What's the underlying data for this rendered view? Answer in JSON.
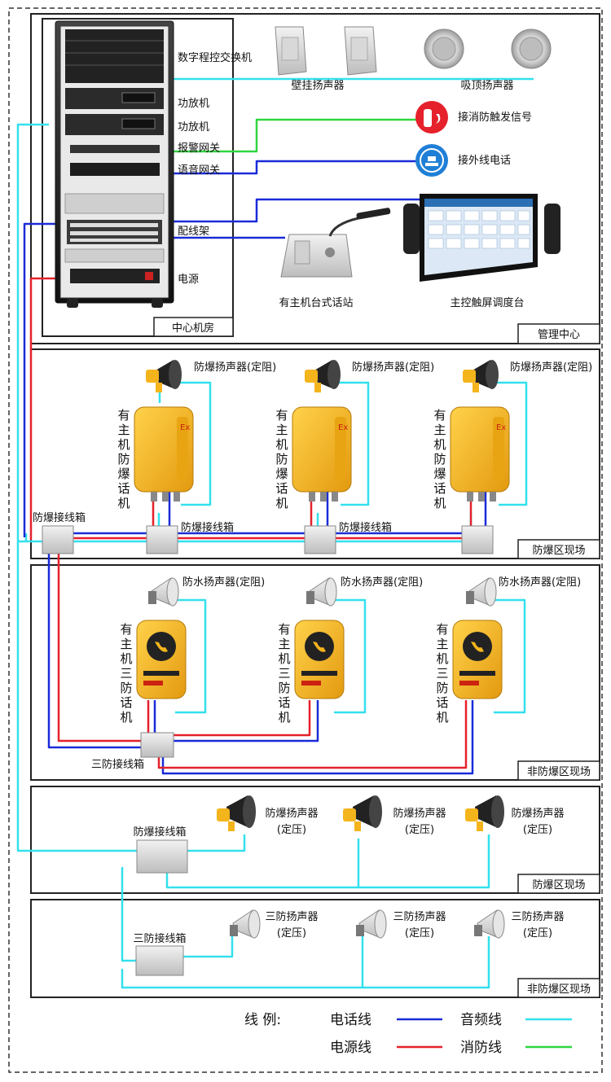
{
  "colors": {
    "phone": "#1a2bd8",
    "power": "#e5212b",
    "audio": "#33e0ee",
    "fire": "#2fd640",
    "yellow": "#f4b41c",
    "zone_border": "#222222"
  },
  "zones": {
    "server_room": "中心机房",
    "management": "管理中心",
    "explosion_1": "防爆区现场",
    "non_explosion_1": "非防爆区现场",
    "explosion_2": "防爆区现场",
    "non_explosion_2": "非防爆区现场"
  },
  "rack": {
    "switch": "数字程控交换机",
    "amp1": "功放机",
    "amp2": "功放机",
    "alarm_gateway": "报警网关",
    "voice_gateway": "语音网关",
    "distribution_frame": "配线架",
    "power": "电源"
  },
  "management": {
    "wall_speaker": "壁挂扬声器",
    "ceiling_speaker": "吸顶扬声器",
    "fire_signal": "接消防触发信号",
    "external_phone": "接外线电话",
    "desk_station": "有主机台式话站",
    "dispatch_console": "主控触屏调度台"
  },
  "ex_zone1": {
    "speaker": "防爆扬声器(定阻)",
    "phone": [
      "有",
      "主",
      "机",
      "防",
      "爆",
      "话",
      "机"
    ],
    "junction_left": "防爆接线箱",
    "junction_mid1": "防爆接线箱",
    "junction_mid2": "防爆接线箱"
  },
  "non_ex_zone1": {
    "speaker": "防水扬声器(定阻)",
    "phone": [
      "有",
      "主",
      "机",
      "三",
      "防",
      "话",
      "机"
    ],
    "junction": "三防接线箱"
  },
  "ex_zone2": {
    "junction": "防爆接线箱",
    "speaker_line1": "防爆扬声器",
    "speaker_line2": "(定压)"
  },
  "non_ex_zone2": {
    "junction": "三防接线箱",
    "speaker_line1": "三防扬声器",
    "speaker_line2": "(定压)"
  },
  "legend": {
    "title": "线    例:",
    "phone_line": "电话线",
    "audio_line": "音频线",
    "power_line": "电源线",
    "fire_line": "消防线"
  }
}
